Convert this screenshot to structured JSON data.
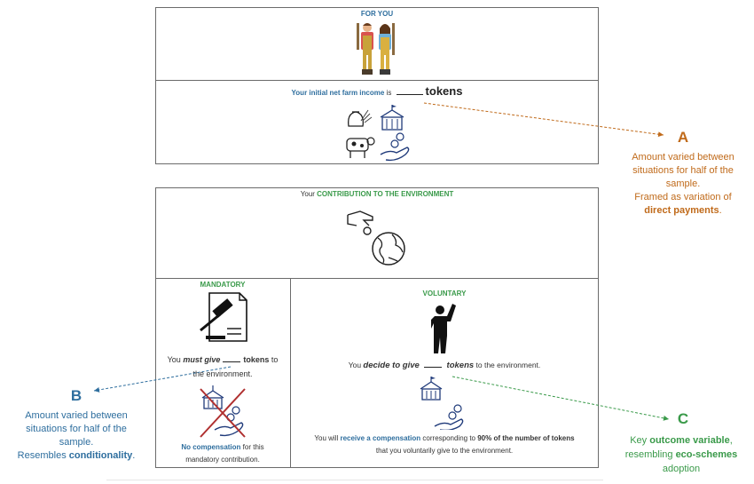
{
  "top_panel": {
    "title": "FOR YOU",
    "income_prefix": "Your initial net farm income",
    "income_is": " is ",
    "income_tokens": "tokens"
  },
  "env_panel": {
    "title_prefix": "Your ",
    "title_highlight": "CONTRIBUTION TO THE ENVIRONMENT"
  },
  "mandatory": {
    "title": "MANDATORY",
    "line_you": "You ",
    "line_must_give": "must give",
    "line_tokens": "tokens",
    "line_to": " to",
    "line_env": "the environment.",
    "no_comp": "No compensation",
    "no_comp_rest": " for this",
    "no_comp_line2": "mandatory contribution."
  },
  "voluntary": {
    "title": "VOLUNTARY",
    "line_you": "You ",
    "line_decide": "decide to give",
    "line_tokens": "tokens",
    "line_rest": " to the environment.",
    "comp_prefix": "You will ",
    "comp_highlight": "receive a compensation",
    "comp_mid": " corresponding to ",
    "comp_bold": "90% of the number of tokens",
    "comp_line2": "that you voluntarily give to the environment."
  },
  "annotations": {
    "A": {
      "letter": "A",
      "line1": "Amount varied between",
      "line2": "situations for half of the",
      "line3": "sample.",
      "line4": "Framed as variation of",
      "line5_bold": "direct payments",
      "line5_end": "."
    },
    "B": {
      "letter": "B",
      "line1": "Amount varied between",
      "line2": "situations for half of the",
      "line3": "sample.",
      "line4_prefix": "Resembles ",
      "line4_bold": "conditionality",
      "line4_end": "."
    },
    "C": {
      "letter": "C",
      "line1_prefix": "Key ",
      "line1_bold": "outcome variable",
      "line1_end": ",",
      "line2_prefix": "resembling ",
      "line2_bold": "eco-schemes",
      "line3": "adoption"
    }
  },
  "colors": {
    "blue": "#2e6e9e",
    "green": "#3a9a4a",
    "orange": "#c06a1a",
    "border": "#6b6b6b"
  }
}
